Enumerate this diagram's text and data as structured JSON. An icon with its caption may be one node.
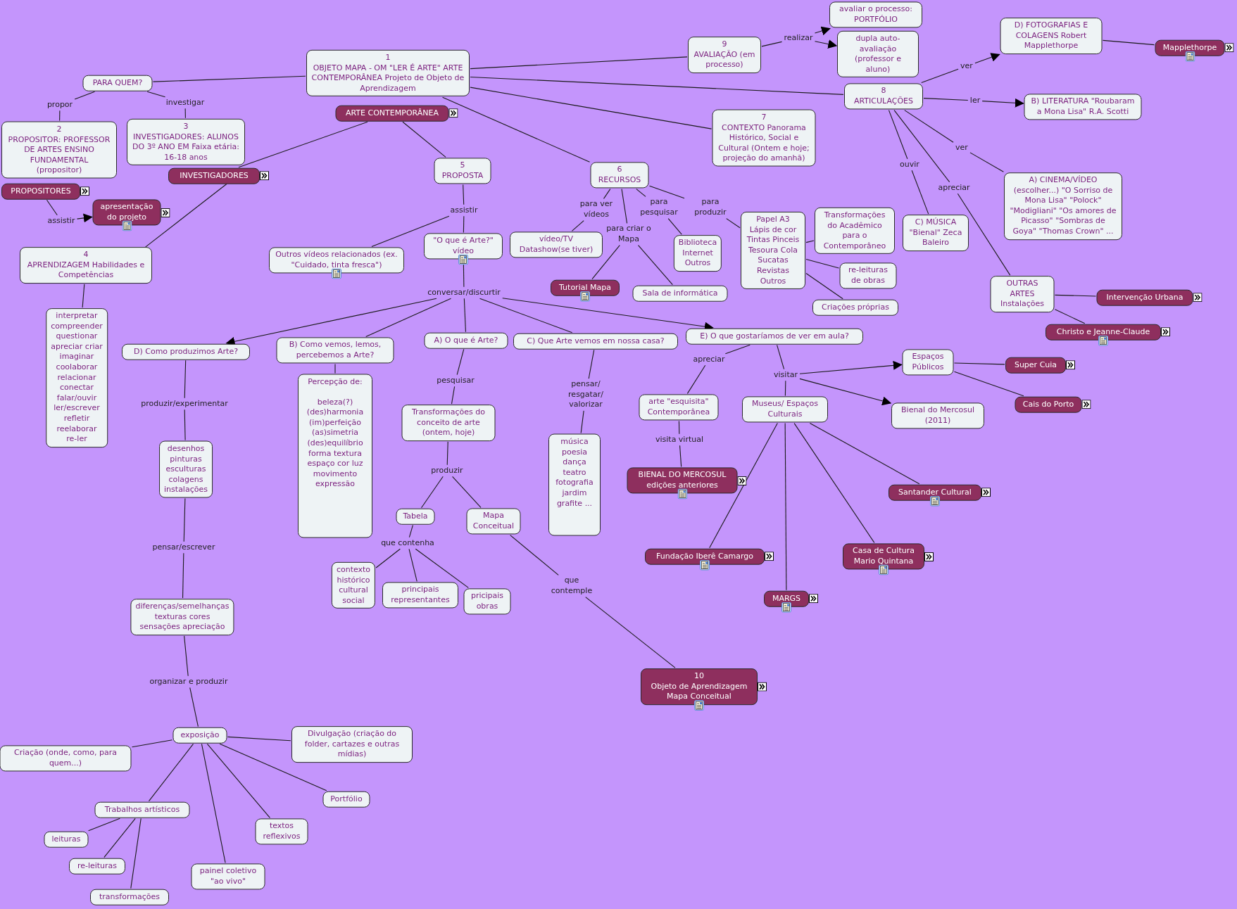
{
  "diagram": {
    "nodes": [
      {
        "text": [
          "PARA QUEM?"
        ]
      },
      {
        "text": [
          "1",
          "OBJETO MAPA - OM \"LER É ARTE\" ARTE CONTEMPORÂNEA Projeto de Objeto de Aprendizagem"
        ]
      },
      {
        "text": [
          "ARTE CONTEMPORÂNEA"
        ]
      },
      {
        "text": [
          "propor"
        ]
      },
      {
        "text": [
          "investigar"
        ]
      },
      {
        "text": [
          "2",
          "PROPOSITOR: PROFESSOR DE ARTES ENSINO FUNDAMENTAL (propositor)"
        ]
      },
      {
        "text": [
          "3",
          "INVESTIGADORES: ALUNOS DO 3º ANO EM Faixa etária: 16-18 anos"
        ]
      },
      {
        "text": [
          "PROPOSITORES"
        ]
      },
      {
        "text": [
          "INVESTIGADORES"
        ]
      },
      {
        "text": [
          "assistir"
        ]
      },
      {
        "text": [
          "apresentação do projeto"
        ]
      },
      {
        "text": [
          "4",
          "APRENDIZAGEM Habilidades e Competências"
        ]
      },
      {
        "text": [
          "interpretar compreender questionar apreciar criar imaginar coolaborar relacionar conectar falar/ouvir ler/escrever refletir reelaborar re-ler"
        ]
      },
      {
        "text": [
          "5",
          "PROPOSTA"
        ]
      },
      {
        "text": [
          "assistir"
        ]
      },
      {
        "text": [
          "Outros vídeos relacionados (ex. \"Cuidado, tinta fresca\")"
        ]
      },
      {
        "text": [
          "\"O que é Arte?\" vídeo"
        ]
      },
      {
        "text": [
          "conversar/discurtir"
        ]
      },
      {
        "text": [
          "D) Como produzimos Arte?"
        ]
      },
      {
        "text": [
          "B) Como vemos, lemos, percebemos a Arte?"
        ]
      },
      {
        "text": [
          "A) O que é Arte?"
        ]
      },
      {
        "text": [
          "C) Que Arte vemos em nossa casa?"
        ]
      },
      {
        "text": [
          "E) O que gostaríamos de ver em aula?"
        ]
      },
      {
        "text": [
          "produzir/experimentar"
        ]
      },
      {
        "text": [
          "desenhos pinturas esculturas colagens instalações"
        ]
      },
      {
        "text": [
          "pensar/escrever"
        ]
      },
      {
        "text": [
          "diferenças/semelhanças texturas cores sensações apreciação"
        ]
      },
      {
        "text": [
          "organizar e produzir"
        ]
      },
      {
        "text": [
          "exposição"
        ]
      },
      {
        "text": [
          "Criação (onde, como, para quem...)"
        ]
      },
      {
        "text": [
          "Divulgação (criação do folder, cartazes e outras mídias)"
        ]
      },
      {
        "text": [
          "Trabalhos artísticos"
        ]
      },
      {
        "text": [
          "Portfólio"
        ]
      },
      {
        "text": [
          "textos reflexivos"
        ]
      },
      {
        "text": [
          "painel coletivo \"ao vivo\""
        ]
      },
      {
        "text": [
          "leituras"
        ]
      },
      {
        "text": [
          "re-leituras"
        ]
      },
      {
        "text": [
          "transformações"
        ]
      },
      {
        "text": [
          "Percepção de:",
          "beleza(?) (des)harmonia (im)perfeição (as)simetria (des)equilíbrio forma textura espaço cor luz movimento expressão"
        ]
      },
      {
        "text": [
          "pesquisar"
        ]
      },
      {
        "text": [
          "Transformações do conceito de arte (ontem, hoje)"
        ]
      },
      {
        "text": [
          "produzir"
        ]
      },
      {
        "text": [
          "Tabela"
        ]
      },
      {
        "text": [
          "Mapa Conceitual"
        ]
      },
      {
        "text": [
          "que contenha"
        ]
      },
      {
        "text": [
          "contexto histórico cultural social"
        ]
      },
      {
        "text": [
          "principais representantes"
        ]
      },
      {
        "text": [
          "pricipais obras"
        ]
      },
      {
        "text": [
          "que contemple"
        ]
      },
      {
        "text": [
          "10",
          "Objeto de Aprendizagem Mapa Conceitual"
        ]
      },
      {
        "text": [
          "pensar/ resgatar/ valorizar"
        ]
      },
      {
        "text": [
          "música poesia dança teatro fotografia jardim grafite ..."
        ]
      },
      {
        "text": [
          "6",
          "RECURSOS"
        ]
      },
      {
        "text": [
          "para ver vídeos"
        ]
      },
      {
        "text": [
          "para criar o Mapa"
        ]
      },
      {
        "text": [
          "para pesquisar"
        ]
      },
      {
        "text": [
          "para produzir"
        ]
      },
      {
        "text": [
          "vídeo/TV Datashow(se tiver)"
        ]
      },
      {
        "text": [
          "Tutorial Mapa"
        ]
      },
      {
        "text": [
          "Sala de informática"
        ]
      },
      {
        "text": [
          "Biblioteca Internet Outros"
        ]
      },
      {
        "text": [
          "Papel A3 Lápis de cor Tintas Pinceis Tesoura Cola Sucatas Revistas Outros"
        ]
      },
      {
        "text": [
          "Transformações do Acadêmico para o Contemporâneo"
        ]
      },
      {
        "text": [
          "re-leituras de obras"
        ]
      },
      {
        "text": [
          "Criações próprias"
        ]
      },
      {
        "text": [
          "7",
          "CONTEXTO Panorama Histórico, Social e Cultural (Ontem e hoje; projeção do amanhã)"
        ]
      },
      {
        "text": [
          "9",
          "AVALIAÇÃO (em processo)"
        ]
      },
      {
        "text": [
          "realizar"
        ]
      },
      {
        "text": [
          "avaliar o processo: PORTFÓLIO"
        ]
      },
      {
        "text": [
          "dupla auto-avaliação (professor e aluno)"
        ]
      },
      {
        "text": [
          "8",
          "ARTICULAÇÕES"
        ]
      },
      {
        "text": [
          "ver"
        ]
      },
      {
        "text": [
          "D) FOTOGRAFIAS E COLAGENS Robert Mapplethorpe"
        ]
      },
      {
        "text": [
          "Mapplethorpe"
        ]
      },
      {
        "text": [
          "ler"
        ]
      },
      {
        "text": [
          "B) LITERATURA \"Roubaram a Mona Lisa\" R.A. Scotti"
        ]
      },
      {
        "text": [
          "ver"
        ]
      },
      {
        "text": [
          "A) CINEMA/VÍDEO (escolher...) \"O Sorriso de Mona Lisa\" \"Polock\" \"Modigliani\" \"Os amores de Picasso\" \"Sombras de Goya\" \"Thomas Crown\" ..."
        ]
      },
      {
        "text": [
          "ouvir"
        ]
      },
      {
        "text": [
          "apreciar"
        ]
      },
      {
        "text": [
          "C) MÚSICA \"Bienal\" Zeca Baleiro"
        ]
      },
      {
        "text": [
          "OUTRAS ARTES Instalações"
        ]
      },
      {
        "text": [
          "Intervenção Urbana"
        ]
      },
      {
        "text": [
          "Christo e Jeanne-Claude"
        ]
      },
      {
        "text": [
          "apreciar"
        ]
      },
      {
        "text": [
          "visitar"
        ]
      },
      {
        "text": [
          "arte \"esquisita\" Contemporânea"
        ]
      },
      {
        "text": [
          "visita virtual"
        ]
      },
      {
        "text": [
          "BIENAL DO MERCOSUL edições anteriores"
        ]
      },
      {
        "text": [
          "Museus/ Espaços Culturais"
        ]
      },
      {
        "text": [
          "Espaços Públicos"
        ]
      },
      {
        "text": [
          "Super Cuia"
        ]
      },
      {
        "text": [
          "Cais do Porto"
        ]
      },
      {
        "text": [
          "Bienal do Mercosul (2011)"
        ]
      },
      {
        "text": [
          "Santander Cultural"
        ]
      },
      {
        "text": [
          "Casa de Cultura Mario Quintana"
        ]
      },
      {
        "text": [
          "MARGS"
        ]
      },
      {
        "text": [
          "Fundação Iberê Camargo"
        ]
      }
    ],
    "edges": [
      {
        "from": 1,
        "to": 0,
        "arrow": "none"
      },
      {
        "from": 0,
        "to": 3,
        "arrow": "none"
      },
      {
        "from": 3,
        "to": 5,
        "arrow": "none"
      },
      {
        "from": 0,
        "to": 4,
        "arrow": "none"
      },
      {
        "from": 4,
        "to": 6,
        "arrow": "none"
      },
      {
        "from": 7,
        "to": 9,
        "arrow": "none"
      },
      {
        "from": 9,
        "to": 10,
        "arrow": "to"
      },
      {
        "from": 2,
        "to": 8,
        "arrow": "none"
      },
      {
        "from": 8,
        "to": 11,
        "arrow": "none"
      },
      {
        "from": 11,
        "to": 12,
        "arrow": "none"
      },
      {
        "from": 2,
        "to": 13,
        "arrow": "none"
      },
      {
        "from": 13,
        "to": 14,
        "arrow": "none"
      },
      {
        "from": 14,
        "to": 15,
        "arrow": "none"
      },
      {
        "from": 14,
        "to": 16,
        "arrow": "none"
      },
      {
        "from": 16,
        "to": 17,
        "arrow": "none"
      },
      {
        "from": 17,
        "to": 18,
        "arrow": "to"
      },
      {
        "from": 17,
        "to": 19,
        "arrow": "none"
      },
      {
        "from": 17,
        "to": 20,
        "arrow": "none"
      },
      {
        "from": 17,
        "to": 21,
        "arrow": "none"
      },
      {
        "from": 17,
        "to": 22,
        "arrow": "to"
      },
      {
        "from": 18,
        "to": 23,
        "arrow": "none"
      },
      {
        "from": 23,
        "to": 24,
        "arrow": "none"
      },
      {
        "from": 24,
        "to": 25,
        "arrow": "none"
      },
      {
        "from": 25,
        "to": 26,
        "arrow": "none"
      },
      {
        "from": 26,
        "to": 27,
        "arrow": "none"
      },
      {
        "from": 27,
        "to": 28,
        "arrow": "none"
      },
      {
        "from": 28,
        "to": 29,
        "arrow": "none"
      },
      {
        "from": 28,
        "to": 30,
        "arrow": "none"
      },
      {
        "from": 28,
        "to": 31,
        "arrow": "none"
      },
      {
        "from": 28,
        "to": 32,
        "arrow": "none"
      },
      {
        "from": 28,
        "to": 33,
        "arrow": "none"
      },
      {
        "from": 28,
        "to": 34,
        "arrow": "none"
      },
      {
        "from": 31,
        "to": 35,
        "arrow": "none"
      },
      {
        "from": 31,
        "to": 36,
        "arrow": "none"
      },
      {
        "from": 31,
        "to": 37,
        "arrow": "none"
      },
      {
        "from": 19,
        "to": 38,
        "arrow": "none"
      },
      {
        "from": 20,
        "to": 39,
        "arrow": "none"
      },
      {
        "from": 39,
        "to": 40,
        "arrow": "none"
      },
      {
        "from": 40,
        "to": 41,
        "arrow": "none"
      },
      {
        "from": 41,
        "to": 42,
        "arrow": "none"
      },
      {
        "from": 41,
        "to": 43,
        "arrow": "none"
      },
      {
        "from": 42,
        "to": 44,
        "arrow": "none"
      },
      {
        "from": 44,
        "to": 45,
        "arrow": "none"
      },
      {
        "from": 44,
        "to": 46,
        "arrow": "none"
      },
      {
        "from": 44,
        "to": 47,
        "arrow": "none"
      },
      {
        "from": 43,
        "to": 48,
        "arrow": "none"
      },
      {
        "from": 48,
        "to": 49,
        "arrow": "none"
      },
      {
        "from": 21,
        "to": 50,
        "arrow": "none"
      },
      {
        "from": 50,
        "to": 51,
        "arrow": "none"
      },
      {
        "from": 1,
        "to": 52,
        "arrow": "none"
      },
      {
        "from": 52,
        "to": 53,
        "arrow": "none"
      },
      {
        "from": 53,
        "to": 57,
        "arrow": "none"
      },
      {
        "from": 52,
        "to": 54,
        "arrow": "none"
      },
      {
        "from": 54,
        "to": 58,
        "arrow": "none"
      },
      {
        "from": 54,
        "to": 59,
        "arrow": "none"
      },
      {
        "from": 52,
        "to": 55,
        "arrow": "none"
      },
      {
        "from": 55,
        "to": 60,
        "arrow": "none"
      },
      {
        "from": 52,
        "to": 56,
        "arrow": "none"
      },
      {
        "from": 56,
        "to": 61,
        "arrow": "none"
      },
      {
        "from": 61,
        "to": 62,
        "arrow": "none"
      },
      {
        "from": 61,
        "to": 63,
        "arrow": "none"
      },
      {
        "from": 61,
        "to": 64,
        "arrow": "none"
      },
      {
        "from": 1,
        "to": 65,
        "arrow": "none"
      },
      {
        "from": 1,
        "to": 66,
        "arrow": "none"
      },
      {
        "from": 66,
        "to": 67,
        "arrow": "none"
      },
      {
        "from": 67,
        "to": 68,
        "arrow": "to"
      },
      {
        "from": 67,
        "to": 69,
        "arrow": "to"
      },
      {
        "from": 1,
        "to": 70,
        "arrow": "none"
      },
      {
        "from": 70,
        "to": 71,
        "arrow": "none"
      },
      {
        "from": 71,
        "to": 72,
        "arrow": "to"
      },
      {
        "from": 72,
        "to": 73,
        "arrow": "none"
      },
      {
        "from": 70,
        "to": 74,
        "arrow": "none"
      },
      {
        "from": 74,
        "to": 75,
        "arrow": "to"
      },
      {
        "from": 70,
        "to": 76,
        "arrow": "none"
      },
      {
        "from": 76,
        "to": 77,
        "arrow": "none"
      },
      {
        "from": 70,
        "to": 78,
        "arrow": "none"
      },
      {
        "from": 78,
        "to": 80,
        "arrow": "none"
      },
      {
        "from": 70,
        "to": 79,
        "arrow": "none"
      },
      {
        "from": 79,
        "to": 81,
        "arrow": "none"
      },
      {
        "from": 81,
        "to": 82,
        "arrow": "none"
      },
      {
        "from": 81,
        "to": 83,
        "arrow": "none"
      },
      {
        "from": 22,
        "to": 84,
        "arrow": "none"
      },
      {
        "from": 84,
        "to": 86,
        "arrow": "none"
      },
      {
        "from": 86,
        "to": 87,
        "arrow": "none"
      },
      {
        "from": 87,
        "to": 88,
        "arrow": "none"
      },
      {
        "from": 22,
        "to": 85,
        "arrow": "none"
      },
      {
        "from": 85,
        "to": 89,
        "arrow": "none"
      },
      {
        "from": 85,
        "to": 90,
        "arrow": "to"
      },
      {
        "from": 85,
        "to": 93,
        "arrow": "to"
      },
      {
        "from": 90,
        "to": 91,
        "arrow": "none"
      },
      {
        "from": 90,
        "to": 92,
        "arrow": "none"
      },
      {
        "from": 89,
        "to": 94,
        "arrow": "none"
      },
      {
        "from": 89,
        "to": 95,
        "arrow": "none"
      },
      {
        "from": 89,
        "to": 96,
        "arrow": "none"
      },
      {
        "from": 89,
        "to": 97,
        "arrow": "none"
      }
    ]
  }
}
